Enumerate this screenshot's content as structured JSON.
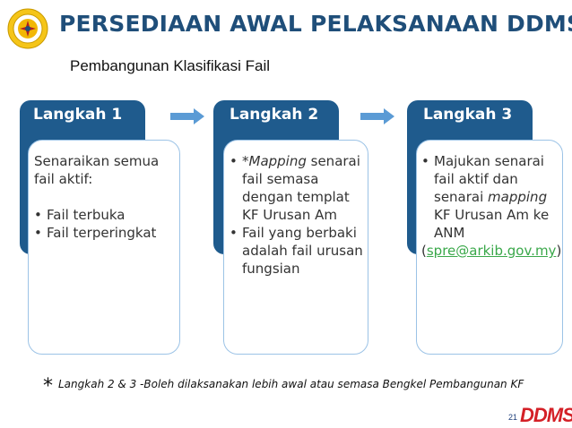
{
  "header": {
    "title": "PERSEDIAAN AWAL PELAKSANAAN DDMS",
    "subtitle": "Pembangunan Klasifikasi Fail"
  },
  "steps": [
    {
      "label": "Langkah 1",
      "intro": "Senaraikan semua fail aktif:",
      "bullets": [
        "Fail terbuka",
        "Fail terperingkat"
      ]
    },
    {
      "label": "Langkah 2",
      "bullets": [
        {
          "emph": "*Mapping",
          "rest": " senarai fail semasa dengan templat KF Urusan Am"
        },
        {
          "emph": "",
          "rest": "Fail yang berbaki adalah fail urusan fungsian"
        }
      ]
    },
    {
      "label": "Langkah 3",
      "bullet_pre": "Majukan senarai fail aktif dan senarai ",
      "bullet_emph": "mapping",
      "bullet_post": " KF Urusan Am ke ANM",
      "paren_open": "(",
      "link": "spre@arkib.gov.my",
      "paren_close": ")"
    }
  ],
  "footnote": {
    "star": "*",
    "text": "Langkah 2 & 3 -Boleh dilaksanakan lebih awal atau semasa Bengkel Pembangunan KF"
  },
  "footer": {
    "page_number": "21",
    "logo_text": "DDMS"
  },
  "colors": {
    "title": "#1f4e79",
    "step_header_bg": "#1f5b8d",
    "card_border": "#9cc3e6",
    "arrow": "#5b9bd5",
    "link": "#3aa84a",
    "ddms_logo": "#d42027"
  },
  "icons": {
    "logo": "arkib-negara-seal",
    "arrows": "right-arrow"
  }
}
